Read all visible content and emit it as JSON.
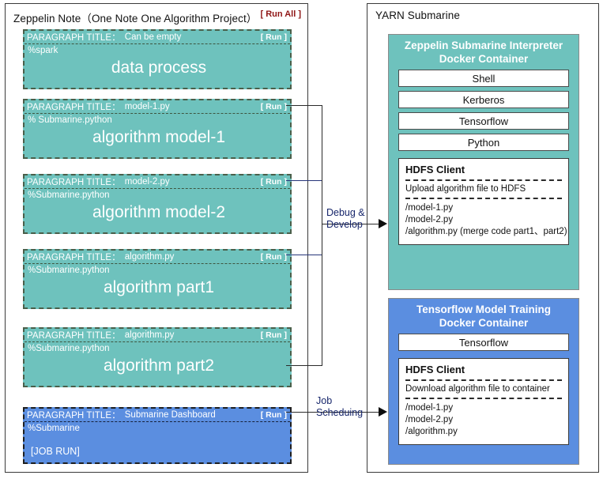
{
  "note_panel": {
    "title": "Zeppelin Note（One Note One Algorithm Project）",
    "run_all_label": "[ Run All ]",
    "paragraphs": [
      {
        "head_label": "PARAGRAPH TITLE：",
        "head_value": "Can be empty",
        "run_label": "[ Run ]",
        "interpreter": "%spark",
        "body_text": "data process",
        "color": "#6ec2bd"
      },
      {
        "head_label": "PARAGRAPH TITLE：",
        "head_value": "model-1.py",
        "run_label": "[ Run ]",
        "interpreter": "% Submarine.python",
        "body_text": "algorithm model-1",
        "color": "#6ec2bd"
      },
      {
        "head_label": "PARAGRAPH TITLE：",
        "head_value": "model-2.py",
        "run_label": "[ Run ]",
        "interpreter": "%Submarine.python",
        "body_text": "algorithm model-2",
        "color": "#6ec2bd"
      },
      {
        "head_label": "PARAGRAPH TITLE：",
        "head_value": "algorithm.py",
        "run_label": "[ Run ]",
        "interpreter": "%Submarine.python",
        "body_text": "algorithm part1",
        "color": "#6ec2bd"
      },
      {
        "head_label": "PARAGRAPH TITLE：",
        "head_value": "algorithm.py",
        "run_label": "[ Run ]",
        "interpreter": "%Submarine.python",
        "body_text": "algorithm part2",
        "color": "#6ec2bd"
      },
      {
        "head_label": "PARAGRAPH TITLE：",
        "head_value": "Submarine Dashboard",
        "run_label": "[ Run ]",
        "interpreter": "%Submarine",
        "body_text": "[JOB RUN]",
        "color": "#5b8ee0"
      }
    ]
  },
  "yarn_panel": {
    "title": "YARN Submarine",
    "interpreter_container": {
      "title_line1": "Zeppelin Submarine Interpreter",
      "title_line2": "Docker Container",
      "color": "#6ec2bd",
      "stack": [
        "Shell",
        "Kerberos",
        "Tensorflow",
        "Python"
      ],
      "hdfs": {
        "title": "HDFS Client",
        "action": "Upload algorithm file to HDFS",
        "files": [
          "/model-1.py",
          "/model-2.py",
          "/algorithm.py (merge code part1、part2)"
        ]
      }
    },
    "training_container": {
      "title_line1": "Tensorflow Model Training",
      "title_line2": "Docker Container",
      "color": "#5b8ee0",
      "stack": [
        "Tensorflow"
      ],
      "hdfs": {
        "title": "HDFS Client",
        "action": "Download algorithm file to container",
        "files": [
          "/model-1.py",
          "/model-2.py",
          "/algorithm.py"
        ]
      }
    }
  },
  "connectors": {
    "debug_label_line1": "Debug &",
    "debug_label_line2": "Develop",
    "job_label_line1": "Job",
    "job_label_line2": "Scheduing",
    "line_color": "#2b2b2b",
    "accent_color": "#27357a"
  }
}
